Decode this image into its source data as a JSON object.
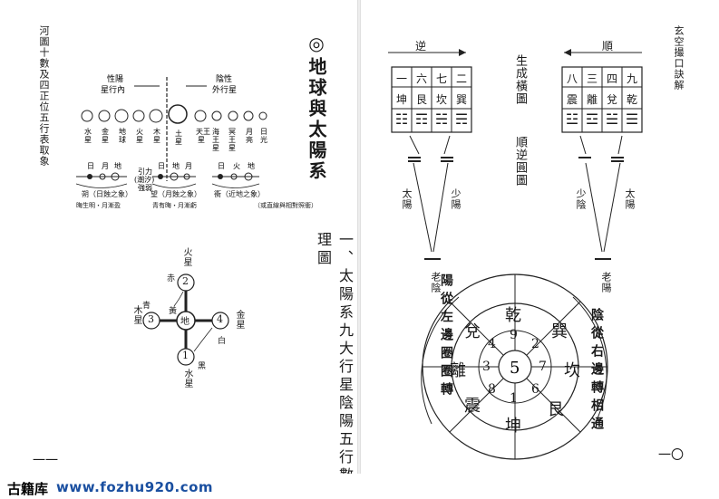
{
  "left_page": {
    "side_title": "河圖十數及四正位五行表取象",
    "top_diagram": {
      "inner_label": "性陽\n星行內",
      "outer_label": "陰性\n外行星",
      "planets": [
        "水星",
        "金星",
        "地球",
        "火星",
        "木星",
        "土星",
        "天王星",
        "海王星",
        "冥王星",
        "月",
        "日"
      ],
      "extra": "光",
      "left_group_top": [
        "日",
        "月",
        "地"
      ],
      "mid_group_top": [
        "日",
        "地",
        "月"
      ],
      "right_group_top": [
        "日",
        "火",
        "地"
      ],
      "gravity_label": "引力\n(潮汐)\n強弱",
      "left_caption": "朔（日蝕之象）",
      "mid_caption": "望（月蝕之象）",
      "right_caption": "衝（近地之象）",
      "left_sub": "晦生明・月漸盈",
      "mid_sub": "青有晦・月漸虧",
      "right_note": "（或直線與相對照衝）"
    },
    "cross_diagram": {
      "center": "地",
      "center_tag": "黃",
      "top": {
        "num": "2",
        "name": "火星",
        "color": "赤"
      },
      "left": {
        "num": "3",
        "name": "木星",
        "color": "青"
      },
      "right": {
        "num": "4",
        "name": "金星",
        "color": "白"
      },
      "bottom": {
        "num": "1",
        "name": "水星",
        "color": "黑"
      }
    },
    "main_title": "◎地球與太陽系",
    "section_title": "一、太陽系九大行星陰陽五行數理圖",
    "page_number": "一一"
  },
  "right_page": {
    "side_title": "玄空撮口訣解",
    "heading_ni": "逆",
    "heading_shun": "順",
    "left_table": {
      "numbers": [
        "一",
        "六",
        "七",
        "二"
      ],
      "trigrams": [
        "坤",
        "艮",
        "坎",
        "巽"
      ],
      "symbols": [
        "☷",
        "☶",
        "☵",
        "☴"
      ]
    },
    "right_table": {
      "numbers": [
        "八",
        "三",
        "四",
        "九"
      ],
      "trigrams": [
        "震",
        "離",
        "兌",
        "乾"
      ],
      "symbols": [
        "☳",
        "☲",
        "☱",
        "☰"
      ]
    },
    "center_label_1": "生成橫圖",
    "center_label_2": "順逆圓圖",
    "left_yin_yang": {
      "taiyang": "太陽",
      "shaoyang": "少陽",
      "laoyin": "老陰"
    },
    "right_yin_yang": {
      "shaoyin": "少陰",
      "taiyang": "太陽",
      "laoyang": "老陽"
    },
    "circle": {
      "center": "5",
      "inner_numbers": [
        "9",
        "2",
        "7",
        "6",
        "1",
        "8",
        "3",
        "4"
      ],
      "outer_trigrams": [
        "乾",
        "巽",
        "坎",
        "艮",
        "坤",
        "震",
        "離",
        "兌"
      ]
    },
    "arc_left_text": "陽從左邊圈圈轉",
    "arc_right_text": "陰從右邊轉相通",
    "page_number": "一〇"
  },
  "watermark": {
    "cn": "古籍库",
    "url": "www.fozhu920.com"
  }
}
